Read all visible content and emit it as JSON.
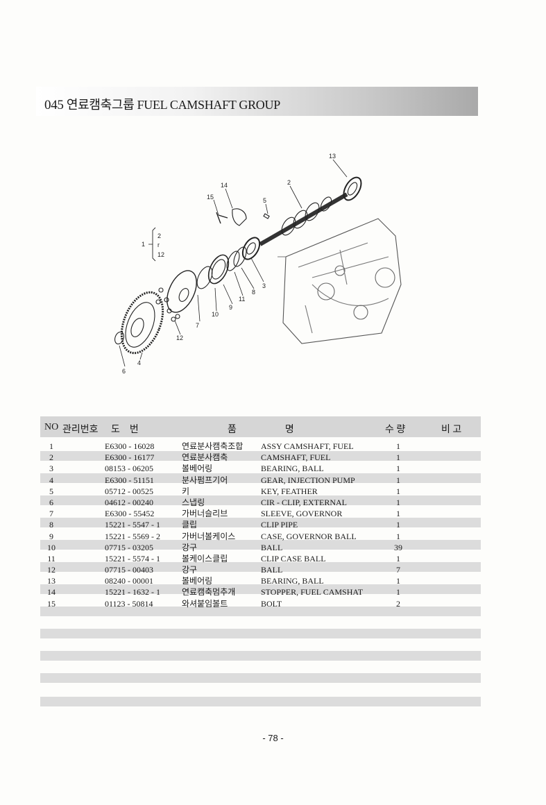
{
  "header": {
    "code": "045",
    "title": "연료캠축그룹 FUEL CAMSHAFT GROUP"
  },
  "table": {
    "headers": {
      "no": "NO",
      "mgmt": "관리번호",
      "dwg": "도    번",
      "name": "품                    명",
      "qty": "수 량",
      "remark": "비 고"
    },
    "rows": [
      {
        "no": "1",
        "part": "E6300 - 16028",
        "kr": "연료분사캠축조합",
        "en": "ASSY CAMSHAFT, FUEL",
        "qty": "1"
      },
      {
        "no": "2",
        "part": "E6300 - 16177",
        "kr": "연료분사캠축",
        "en": "CAMSHAFT, FUEL",
        "qty": "1"
      },
      {
        "no": "3",
        "part": "08153 - 06205",
        "kr": "볼베어링",
        "en": "BEARING, BALL",
        "qty": "1"
      },
      {
        "no": "4",
        "part": "E6300 - 51151",
        "kr": "분사펌프기어",
        "en": "GEAR, INJECTION PUMP",
        "qty": "1"
      },
      {
        "no": "5",
        "part": "05712 - 00525",
        "kr": "키",
        "en": "KEY, FEATHER",
        "qty": "1"
      },
      {
        "no": "6",
        "part": "04612 - 00240",
        "kr": "스냅링",
        "en": "CIR - CLIP, EXTERNAL",
        "qty": "1"
      },
      {
        "no": "7",
        "part": "E6300 - 55452",
        "kr": "가버너슬리브",
        "en": "SLEEVE, GOVERNOR",
        "qty": "1"
      },
      {
        "no": "8",
        "part": "15221 - 5547 - 1",
        "kr": "클립",
        "en": "CLIP PIPE",
        "qty": "1"
      },
      {
        "no": "9",
        "part": "15221 - 5569 - 2",
        "kr": "가버너볼케이스",
        "en": "CASE, GOVERNOR BALL",
        "qty": "1"
      },
      {
        "no": "10",
        "part": "07715 - 03205",
        "kr": "강구",
        "en": "BALL",
        "qty": "39"
      },
      {
        "no": "11",
        "part": "15221 - 5574 - 1",
        "kr": "볼케이스클립",
        "en": "CLIP CASE BALL",
        "qty": "1"
      },
      {
        "no": "12",
        "part": "07715 - 00403",
        "kr": "강구",
        "en": "BALL",
        "qty": "7"
      },
      {
        "no": "13",
        "part": "08240 - 00001",
        "kr": "볼베어링",
        "en": "BEARING, BALL",
        "qty": "1"
      },
      {
        "no": "14",
        "part": "15221 - 1632 - 1",
        "kr": "연료캠축멈추개",
        "en": "STOPPER, FUEL CAMSHAT",
        "qty": "1"
      },
      {
        "no": "15",
        "part": "01123 - 50814",
        "kr": "와셔붙임볼트",
        "en": "BOLT",
        "qty": "2"
      }
    ]
  },
  "diagram": {
    "labels": [
      "13",
      "2",
      "14",
      "15",
      "5",
      "1",
      "2",
      "r",
      "12",
      "3",
      "8",
      "11",
      "9",
      "10",
      "7",
      "12",
      "6",
      "4"
    ]
  },
  "footer": {
    "page": "- 78 -"
  }
}
